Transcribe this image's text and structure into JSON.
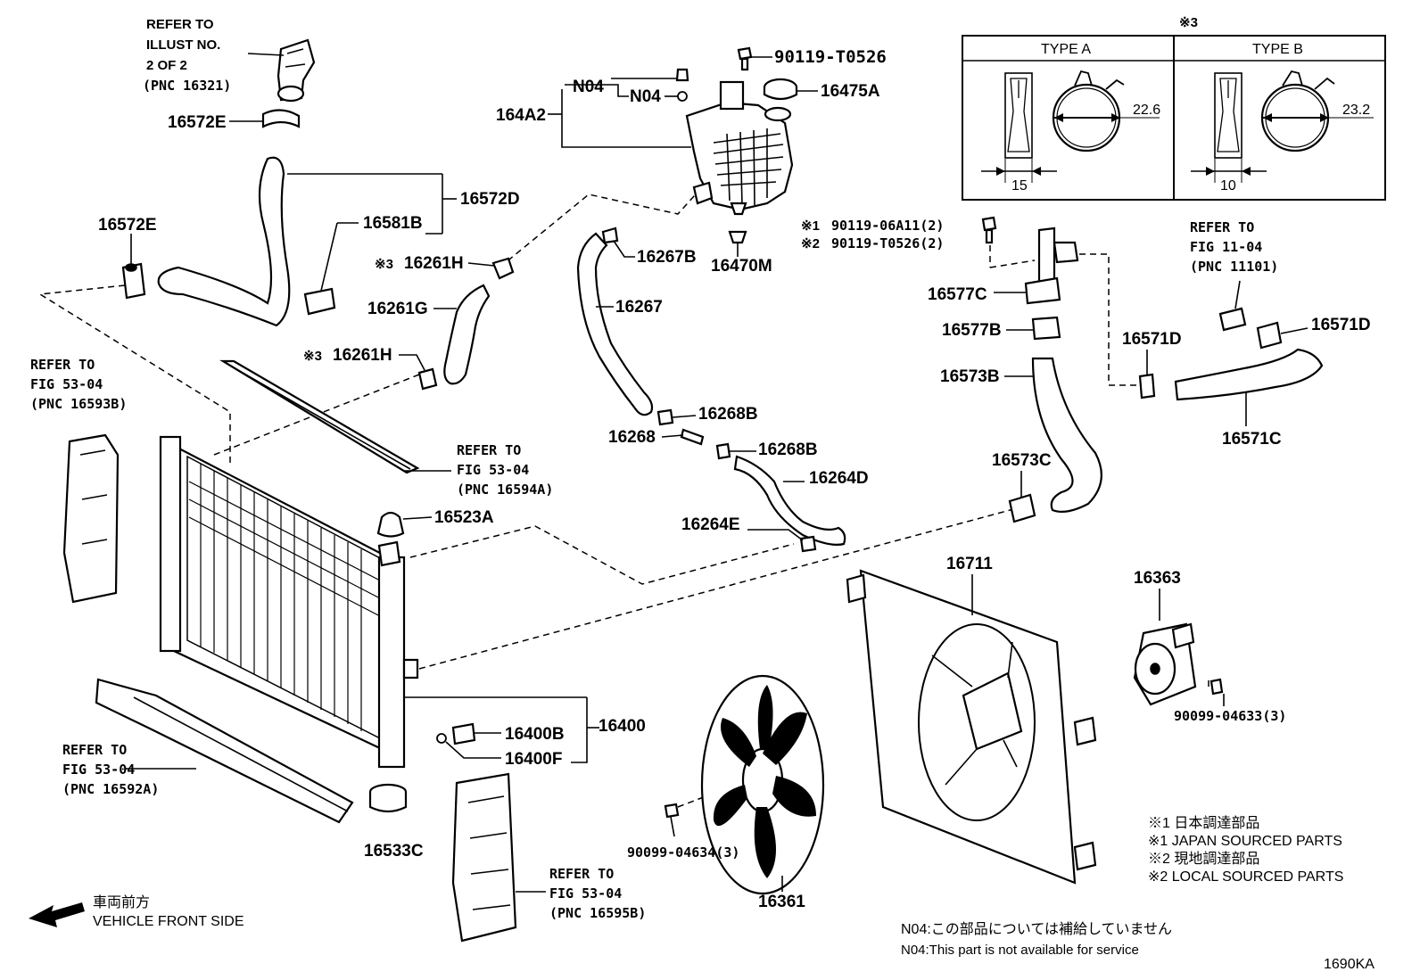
{
  "parts": {
    "p16572E_a": "16572E",
    "p16572E_b": "16572E",
    "p16572D": "16572D",
    "p16581B": "16581B",
    "p16261H_a": "16261H",
    "p16261H_b": "16261H",
    "p16261G": "16261G",
    "p164A2": "164A2",
    "N04_a": "N04",
    "N04_b": "N04",
    "p90119_T0526": "90119-T0526",
    "p16475A": "16475A",
    "p16267B": "16267B",
    "p16470M": "16470M",
    "p16267": "16267",
    "p16268B_a": "16268B",
    "p16268": "16268",
    "p16268B_b": "16268B",
    "p16264D": "16264D",
    "p16264E": "16264E",
    "p16523A": "16523A",
    "p16400B": "16400B",
    "p16400": "16400",
    "p16400F": "16400F",
    "p16533C": "16533C",
    "p16711": "16711",
    "p16363": "16363",
    "p90099_04633": "90099-04633(3)",
    "p90099_04634": "90099-04634(3)",
    "p16361": "16361",
    "p16577C": "16577C",
    "p16577B": "16577B",
    "p16573B": "16573B",
    "p16573C": "16573C",
    "p16571D_a": "16571D",
    "p16571D_b": "16571D",
    "p16571C": "16571C",
    "bolt1": "90119-06A11(2)",
    "bolt2": "90119-T0526(2)",
    "mark1": "※1",
    "mark2": "※2",
    "mark3a": "※3",
    "mark3b": "※3"
  },
  "refs": {
    "illust": [
      "REFER TO",
      "ILLUST NO.",
      "2 OF 2",
      "(PNC 16321)"
    ],
    "fig11": [
      "REFER TO",
      "FIG 11-04",
      "(PNC 11101)"
    ],
    "fig53_16593B": [
      "REFER TO",
      "FIG 53-04",
      "(PNC 16593B)"
    ],
    "fig53_16594A": [
      "REFER TO",
      "FIG 53-04",
      "(PNC 16594A)"
    ],
    "fig53_16592A": [
      "REFER TO",
      "FIG 53-04",
      "(PNC 16592A)"
    ],
    "fig53_16595B": [
      "REFER TO",
      "FIG 53-04",
      "(PNC 16595B)"
    ]
  },
  "clamp_table": {
    "mark": "※3",
    "type_a": {
      "title": "TYPE A",
      "diameter": "22.6",
      "width": "15"
    },
    "type_b": {
      "title": "TYPE B",
      "diameter": "23.2",
      "width": "10"
    }
  },
  "legend": {
    "l1_jp": "※1  日本調達部品",
    "l1_en": "※1  JAPAN SOURCED PARTS",
    "l2_jp": "※2  現地調達部品",
    "l2_en": "※2  LOCAL SOURCED PARTS"
  },
  "front": {
    "jp": "車両前方",
    "en": "VEHICLE FRONT SIDE"
  },
  "n04_note": {
    "jp": "N04:この部品については補給していません",
    "en": "N04:This part is not available for service"
  },
  "figure_id": "1690KA"
}
